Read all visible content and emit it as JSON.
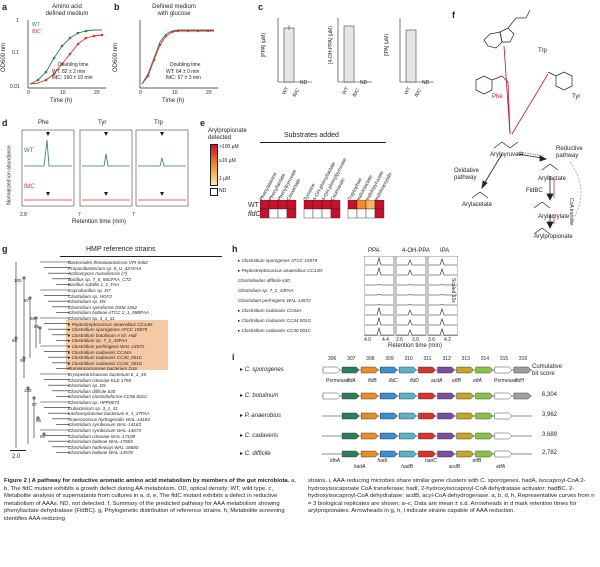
{
  "panels": {
    "a": {
      "letter": "a",
      "title": "Amino acid\ndefined medium",
      "ylabel": "OD600 nm",
      "xlabel": "Time (h)",
      "legend_wt": "WT",
      "legend_mut": "fldC",
      "dt_head": "Doubling time",
      "dt_wt": "WT: 82 ± 2 min",
      "dt_mut": "fldC: 160 ± 10 min",
      "ticks_y": [
        "1",
        "0.1",
        "0.01"
      ],
      "ticks_x": [
        "0",
        "10",
        "20"
      ]
    },
    "b": {
      "letter": "b",
      "title": "Defined medium\nwith glucose",
      "ylabel": "OD600 nm",
      "xlabel": "Time (h)",
      "dt_head": "Doubling time",
      "dt_wt": "WT: 64 ± 0 min",
      "dt_mut": "fldC: 67 ± 3 min",
      "ticks_x": [
        "0",
        "10",
        "20"
      ]
    },
    "c": {
      "letter": "c",
      "ylabels": [
        "[PPA] (µM)",
        "[4-OH-PPA] (µM)",
        "[IPA] (µM)"
      ],
      "cats": [
        "WT",
        "fldC"
      ],
      "nd": "ND",
      "ticks": [
        [
          "600",
          "400",
          "200",
          "0"
        ],
        [
          "300",
          "200",
          "100",
          "0"
        ],
        [
          "200",
          "100",
          "0"
        ]
      ]
    },
    "d": {
      "letter": "d",
      "cols": [
        "Phe",
        "Tyr",
        "Trp"
      ],
      "ylabel": "Normalized ion abundance",
      "xlabel": "Retention time (min)",
      "legend_wt": "WT",
      "legend_mut": "fldC",
      "ticks_x": [
        "2.8",
        "7",
        "7"
      ]
    },
    "e": {
      "letter": "e",
      "legend_title": "Arylpropionate\ndetected",
      "legend_levels": [
        ">100 µM",
        "≥10 µM",
        "1 µM",
        "ND"
      ],
      "header": "Substrates added",
      "rows": [
        "WT",
        "fldC"
      ],
      "groups": [
        [
          "Phenylalanine",
          "Phenyllactate",
          "Phenylpyruvate",
          "Cinnamate"
        ],
        [
          "Tyrosine",
          "4-OH-phenyllactate",
          "4-OH-phenylpyruvate",
          "Coumarate"
        ],
        [
          "Tryptophan",
          "Indolelactate",
          "Indolepyruvate",
          "Indoleacrylate"
        ]
      ]
    },
    "f": {
      "letter": "f",
      "labels": [
        "Trp",
        "Phe",
        "Tyr",
        "Arylpyruvate",
        "Oxidative\npathway",
        "Reductive\npathway",
        "Aryllactate",
        "Arylacetate",
        "FldBC",
        "Arylacrylate",
        "Arylpropionate",
        "CoA transfer"
      ]
    },
    "g": {
      "letter": "g",
      "title": "HMP reference strains",
      "scale": "2.0",
      "strains": [
        "Bacteroides thetaiotaomicron VPI-5482",
        "Propionibacterium sp. 5_U_42AFAA",
        "Actinomyces massiliensis (?)",
        "Bacillus sp. 7_6_55CFAA_CT2",
        "Bacillus subtilis 1_1_FAA",
        "Coprobacillus sp. D7",
        "Clostridium sp. HGF2",
        "Clostridium sp. D5",
        "Clostridium spiroforme DSM 1552",
        "Clostridium bolteae ATCC 2_1_59BFAA",
        "Clostridium sp. 3_1_31",
        "Peptostreptococcus anaerobius CC14N",
        "Clostridium sporogenes ATCC 15579",
        "Clostridium botulinum A str. Hall",
        "Clostridium sp. 7_2_43FAA",
        "Clostridium perfringens WAL-14572",
        "Clostridium cadavaris CC44A",
        "Clostridium cadavaris CC40_001C",
        "Clostridium cadavaris CC44_001G",
        "Ruminococcaceae bacterium D16",
        "Erysipelotrichaceae bacterium 6_1_45",
        "Clostridium citroniae KLE 1755",
        "Clostridium sp. D5",
        "Clostridium difficile 630",
        "Clostridium clostridioforme CC56 001C",
        "Clostridium sp. HPP0074",
        "Eubacterium sp. 3_1_31",
        "Lachnospiraceae bacterium 6_1_37FAA",
        "Anaerococcus hydrogenalis WAL-14163",
        "Clostridium symbiosum WAL-14163",
        "Clostridium symbiosum WAL-14673",
        "Clostridium citroniae WAL-17108",
        "Clostridium bolteae WAL-17855",
        "Clostridium hathewayi WAL-18680",
        "Clostridium bolteae WAL-14578"
      ],
      "bootstraps": [
        "100",
        "97",
        "68",
        "85",
        "99",
        "65",
        "100",
        "97",
        "85",
        "86"
      ]
    },
    "h": {
      "letter": "h",
      "cols": [
        "PPA",
        "4-OH-PPA",
        "IPA"
      ],
      "xlabel": "Retention time (min)",
      "ticks_x": [
        "4.0",
        "4.4",
        "2.6",
        "3.0",
        "3.6",
        "4.2"
      ],
      "scale_label": "Scaled 10x",
      "rows": [
        "Clostridium sporogenes ATCC 15579",
        "Peptostreptococcus anaerobius CC14N",
        "Clostridioides difficile 630",
        "Clostridium sp. 7_2_43FAA",
        "Clostridium perfringens WAL-14572",
        "Clostridium cadavaris CC64A",
        "Clostridium cadavaris CC44 001G",
        "Clostridium cadavaris CC40 001C"
      ]
    },
    "i": {
      "letter": "i",
      "gene_nums": [
        "306",
        "307",
        "308",
        "309",
        "310",
        "311",
        "312",
        "313",
        "314",
        "315",
        "316"
      ],
      "top_genes": [
        "Permease",
        "fldA",
        "fldB",
        "fldC",
        "fldD",
        "acdA",
        "etfB",
        "etfA",
        "Permease",
        "fldH"
      ],
      "bot_genes": [
        "ldhA",
        "hadA",
        "hadI",
        "hadB",
        "hadC",
        "acdB",
        "etfB",
        "etfA"
      ],
      "score_header": "Cumulative\nbit score",
      "rows": [
        {
          "name": "C. sporogenes",
          "score": ""
        },
        {
          "name": "C. botulinum",
          "score": "6,304"
        },
        {
          "name": "P. anaerobius",
          "score": "3,962"
        },
        {
          "name": "C. cadaveris",
          "score": "3,689"
        },
        {
          "name": "C. difficile",
          "score": "2,782"
        }
      ]
    }
  },
  "caption": {
    "title": "Figure 2 | A pathway for reductive aromatic amino acid metabolism by members of the gut microbiota.",
    "left": " a, b, The fldC mutant exhibits a growth defect during AA metabolism. OD, optical density; WT, wild type. c, Metabolite analysis of supernatants from cultures in a, d, e, The fldC mutant exhibits a defect in reductive metabolism of AAAs. ND, not detected. f, Summary of the predicted pathway for AAA metabolism showing phenyllactate dehydratase (FldBC). g, Phylogenetic distribution of reference strains. h, Metabolite screening identifies AAA-reducing",
    "right": "strains. i, AAA-reducing microbes share similar gene clusters with C. sporogenes. hadA, isocaproyl-CoA:2-hydroxyisocaproate CoA transferase; hadI, 2-hydroxyisocaproyl-CoA dehydratase activator; hadBC, 2-hydroxyisocaproyl-CoA dehydratase; acdB, acyl-CoA dehydrogenase. a, b, d, h, Representative curves from n = 3 biological replicates are shown; a–c, Data are mean ± s.d. Arrowheads in d mark retention times for arylpropionates. Arrowheads in g, h, i indicate strains capable of AAA reduction."
  },
  "colors": {
    "wt": "#2e7d5b",
    "mut": "#d9342b",
    "heat_hi": "#c8102e",
    "heat_mid": "#f28c28",
    "heat_lo": "#fde9a8",
    "highlight": "#f5c9a4"
  }
}
